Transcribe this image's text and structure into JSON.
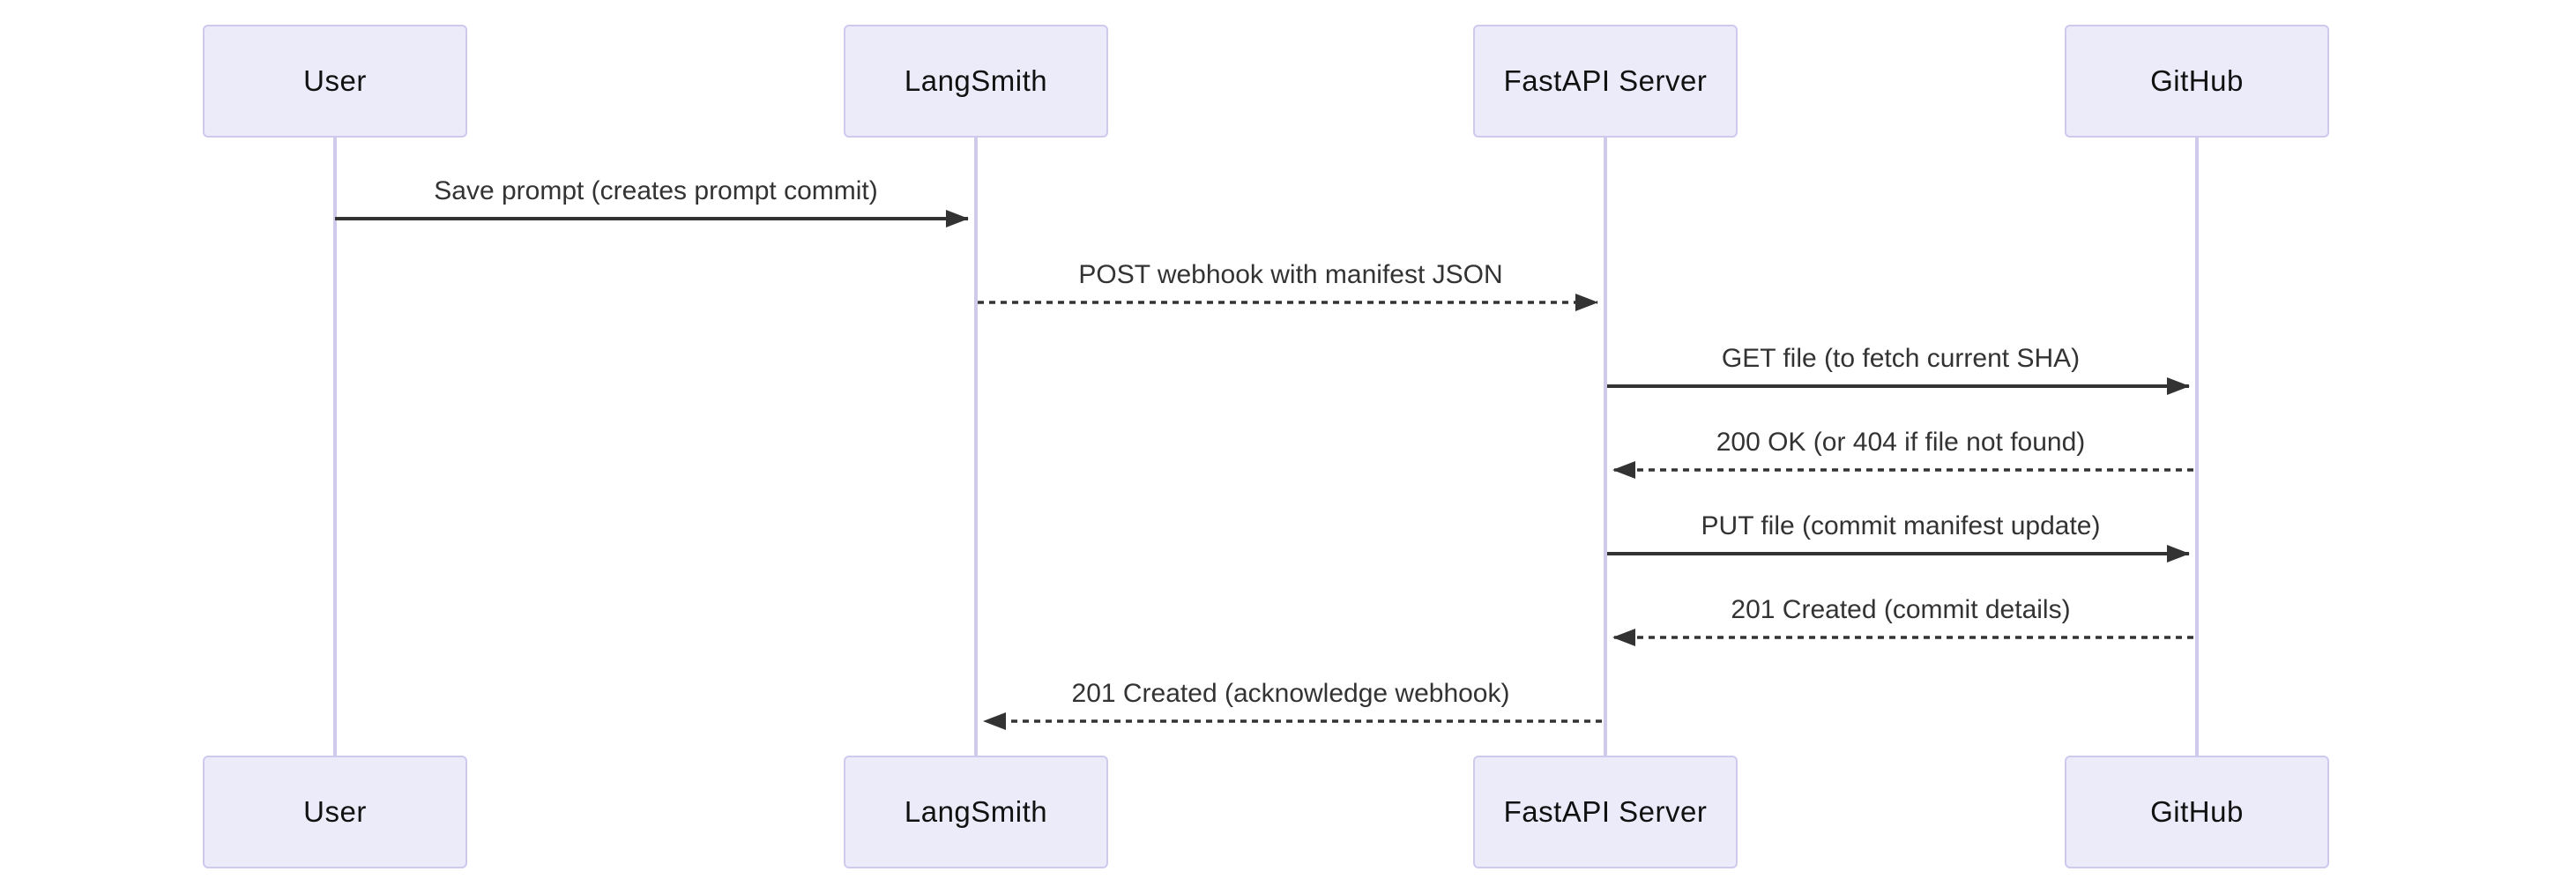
{
  "diagram": {
    "kind": "sequence-diagram",
    "description": "LangSmith prompt webhook flow to GitHub via FastAPI"
  },
  "theme": {
    "background": "#ffffff",
    "actor_fill": "#ECEBFA",
    "actor_border": "#CFC9EE",
    "actor_text": "#111111",
    "lifeline": "#CFCAEA",
    "arrow": "#333333",
    "message_text": "#333333"
  },
  "actors": [
    {
      "id": "user",
      "label": "User"
    },
    {
      "id": "langsmith",
      "label": "LangSmith"
    },
    {
      "id": "fastapi-server",
      "label": "FastAPI Server"
    },
    {
      "id": "github",
      "label": "GitHub"
    }
  ],
  "messages": [
    {
      "from": "User",
      "to": "LangSmith",
      "style": "solid",
      "text": "Save prompt (creates prompt commit)"
    },
    {
      "from": "LangSmith",
      "to": "FastAPI Server",
      "style": "dashed",
      "text": "POST webhook with manifest JSON"
    },
    {
      "from": "FastAPI Server",
      "to": "GitHub",
      "style": "solid",
      "text": "GET file (to fetch current SHA)"
    },
    {
      "from": "GitHub",
      "to": "FastAPI Server",
      "style": "dashed",
      "text": "200 OK (or 404 if file not found)"
    },
    {
      "from": "FastAPI Server",
      "to": "GitHub",
      "style": "solid",
      "text": "PUT file (commit manifest update)"
    },
    {
      "from": "GitHub",
      "to": "FastAPI Server",
      "style": "dashed",
      "text": "201 Created (commit details)"
    },
    {
      "from": "FastAPI Server",
      "to": "LangSmith",
      "style": "dashed",
      "text": "201 Created (acknowledge webhook)"
    }
  ]
}
